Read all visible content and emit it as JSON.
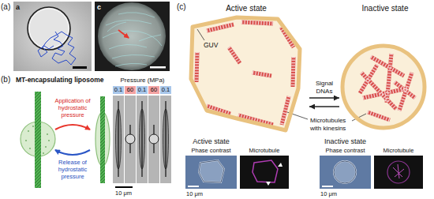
{
  "diagram": {
    "nodes": [
      {
        "text": [
          "Active state"
        ]
      },
      {
        "text": [
          "Inactive state"
        ]
      }
    ],
    "edges": [
      {
        "from": 0,
        "to": 1,
        "arrow": "to",
        "label": "Signal DNAs"
      },
      {
        "from": 1,
        "to": 0,
        "arrow": "to"
      }
    ],
    "labels": [
      "(a)",
      "a",
      "c",
      "(b)",
      "MT-encapsulating liposome",
      "Application of hydrostatic pressure",
      "Release of hydrostatic pressure",
      "Pressure (MPa)",
      "0.1",
      "60",
      "0.1",
      "60",
      "0.1",
      "10 μm",
      "(c)",
      "GUV",
      "Microtubules with kinesins",
      "Active state",
      "Phase contrast",
      "Microtubule",
      "10 μm",
      "Inactive state",
      "Phase contrast",
      "Microtubule",
      "10 μm"
    ]
  }
}
